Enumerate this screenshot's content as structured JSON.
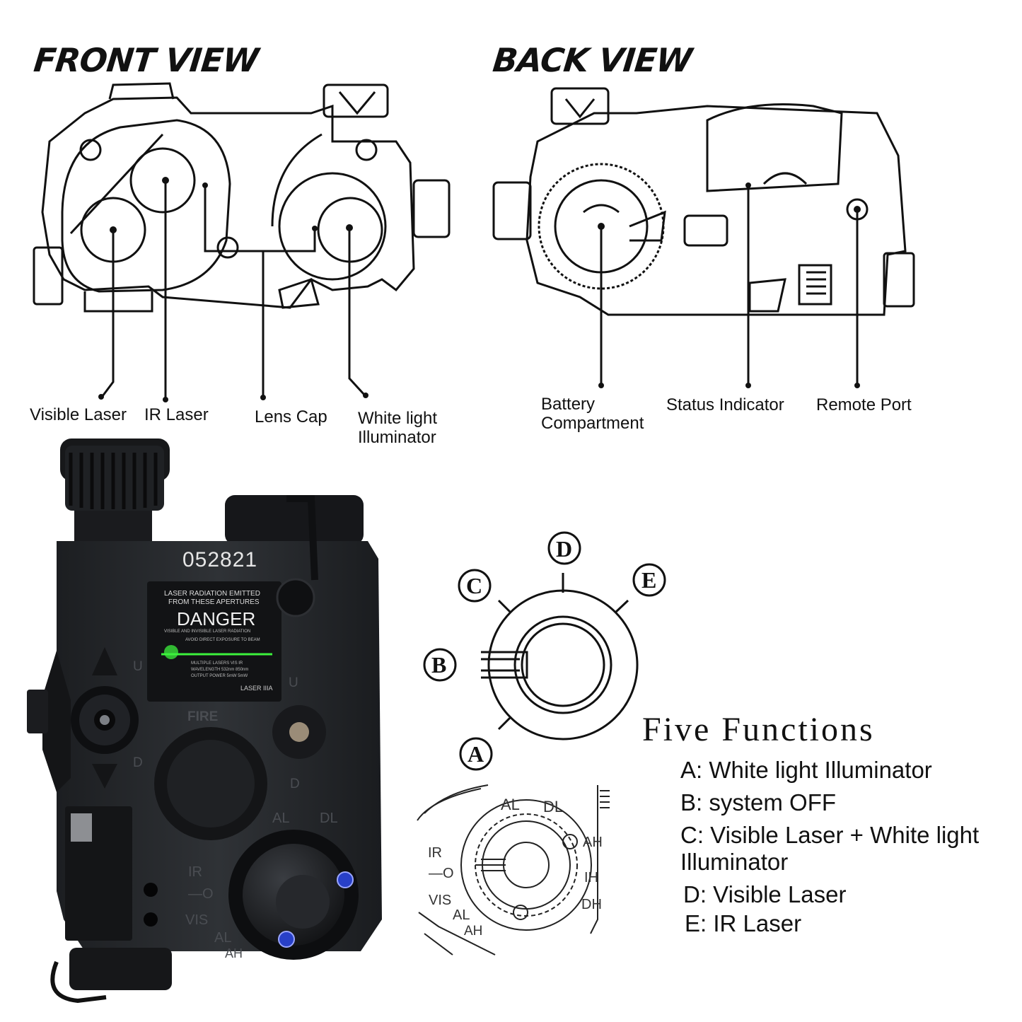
{
  "headings": {
    "front_view": "FRONT VIEW",
    "back_view": "BACK VIEW"
  },
  "front_callouts": {
    "visible_laser": "Visible Laser",
    "ir_laser": "IR Laser",
    "lens_cap": "Lens Cap",
    "white_light_line1": "White light",
    "white_light_line2": "Illuminator"
  },
  "back_callouts": {
    "battery_line1": "Battery",
    "battery_line2": "Compartment",
    "status_indicator": "Status Indicator",
    "remote_port": "Remote Port"
  },
  "device_photo": {
    "serial_number": "052821",
    "warning_line1": "LASER RADIATION EMITTED",
    "warning_line2": "FROM THESE APERTURES",
    "danger": "DANGER",
    "warning_small1": "VISIBLE AND INVISIBLE LASER RADIATION",
    "warning_small2": "AVOID DIRECT EXPOSURE TO BEAM",
    "spec_row1": "MULTIPLE LASERS  VIS  IR",
    "spec_row2": "WAVELENGTH  532nm  850nm",
    "spec_row3": "OUTPUT POWER  5mW  5mW",
    "laser_class": "LASER IIIA",
    "fire_label": "FIRE",
    "u_left": "U",
    "u_right": "U",
    "d_left": "D",
    "d_right": "D",
    "al_top": "AL",
    "dl_top": "DL",
    "ir_label": "IR",
    "off_label": "—O",
    "vis_label": "VIS",
    "al_bottom": "AL",
    "ah_bottom": "AH"
  },
  "switch_diagram": {
    "label_a": "A",
    "label_b": "B",
    "label_c": "C",
    "label_d": "D",
    "label_e": "E"
  },
  "detail_sketch": {
    "al": "AL",
    "dl": "DL",
    "ah_right": "AH",
    "ih": "IH",
    "dh": "DH",
    "ir": "IR",
    "off": "—O",
    "vis": "VIS",
    "al_low": "AL",
    "ah_low": "AH"
  },
  "five_functions": {
    "title": "Five Functions",
    "items": [
      "A: White light Illuminator",
      "B: system OFF",
      "C: Visible Laser + White light",
      "Illuminator",
      "D: Visible Laser",
      "E: IR Laser"
    ]
  },
  "colors": {
    "line": "#111111",
    "device_body": "#2b2d31",
    "laser_green": "#3cf23c",
    "screw_blue": "#2840c8"
  }
}
